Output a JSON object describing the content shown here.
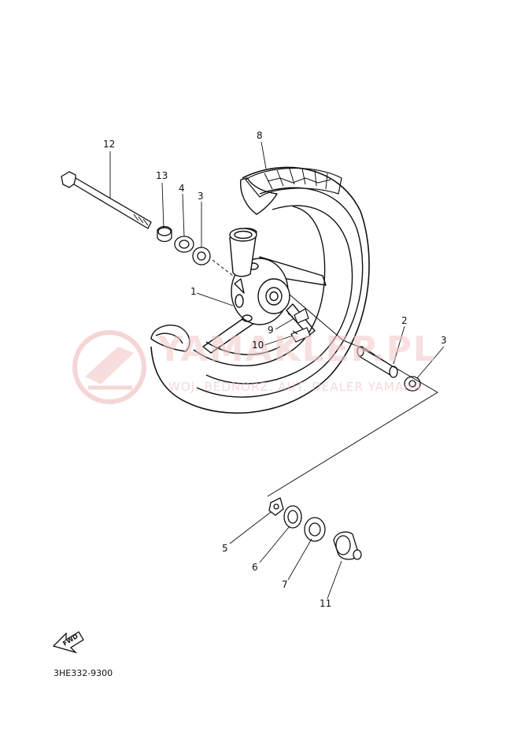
{
  "watermark": {
    "brand": "YAMAKLEP.PL",
    "tagline": "WOJ. BEDNORZ. AUT. DEALER YAMAHA"
  },
  "part_labels": {
    "p1": "1",
    "p2": "2",
    "p3a": "3",
    "p3b": "3",
    "p4": "4",
    "p5": "5",
    "p6": "6",
    "p7": "7",
    "p8": "8",
    "p9": "9",
    "p10": "10",
    "p11": "11",
    "p12": "12",
    "p13": "13"
  },
  "fwd_arrow": {
    "label": "FWD"
  },
  "diagram_code": "3HE332-9300"
}
